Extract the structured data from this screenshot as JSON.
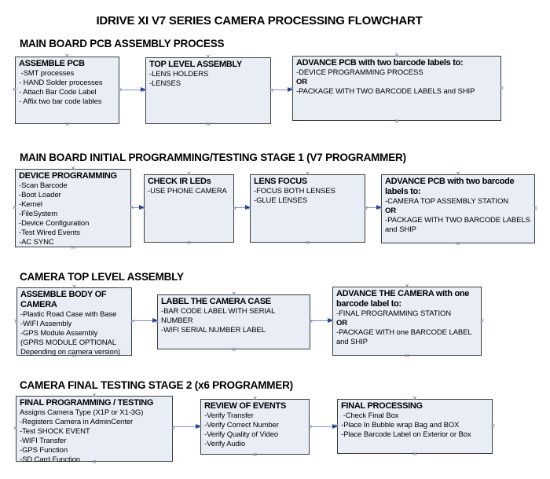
{
  "title": "IDRIVE XI V7 SERIES CAMERA PROCESSING FLOWCHART",
  "colors": {
    "box_fill": "#e9edf6",
    "box_border": "#3d3d3d",
    "arrow_line": "#7b8fc7",
    "arrow_head": "#24439b",
    "connection_point": "#8e96ad"
  },
  "sections": [
    {
      "heading": "MAIN BOARD PCB ASSEMBLY PROCESS",
      "boxes": [
        {
          "title": "ASSEMBLE PCB",
          "lines": [
            " -SMT processes",
            "- HAND Solder processes",
            "- Attach Bar Code Label",
            "- Affix two bar code lables"
          ]
        },
        {
          "title": "TOP LEVEL ASSEMBLY",
          "lines": [
            "-LENS HOLDERS",
            "-LENSES"
          ]
        },
        {
          "title": "ADVANCE PCB with two barcode labels to:",
          "lines": [
            "-DEVICE PROGRAMMING PROCESS",
            "OR",
            "-PACKAGE WITH TWO BARCODE LABELS and SHIP"
          ]
        }
      ]
    },
    {
      "heading": "MAIN BOARD INITIAL PROGRAMMING/TESTING STAGE 1 (V7 PROGRAMMER)",
      "boxes": [
        {
          "title": "DEVICE PROGRAMMING",
          "lines": [
            "-Scan Barcode",
            "-Boot Loader",
            "-Kernel",
            "-FileSystem",
            "-Device Configuration",
            "-Test Wired Events",
            "-AC SYNC"
          ]
        },
        {
          "title": "CHECK IR LEDs",
          "lines": [
            "-USE PHONE CAMERA"
          ]
        },
        {
          "title": "LENS FOCUS",
          "lines": [
            "-FOCUS BOTH LENSES",
            "-GLUE LENSES"
          ]
        },
        {
          "title": "ADVANCE PCB with two barcode labels to:",
          "lines": [
            "-CAMERA TOP ASSEMBLY STATION",
            "OR",
            "-PACKAGE WITH TWO BARCODE LABELS and SHIP"
          ]
        }
      ]
    },
    {
      "heading": "CAMERA TOP LEVEL ASSEMBLY",
      "boxes": [
        {
          "title": "ASSEMBLE BODY OF CAMERA",
          "lines": [
            "-Plastic Road Case with Base",
            "-WIFI Assembly",
            "-GPS Module Assembly",
            "(GPRS MODULE OPTIONAL Depending on camera version)"
          ]
        },
        {
          "title": "LABEL THE CAMERA CASE",
          "lines": [
            "-BAR CODE LABEL WITH SERIAL NUMBER",
            "-WIFI SERIAL NUMBER LABEL"
          ]
        },
        {
          "title": "ADVANCE THE CAMERA with one barcode label to:",
          "lines": [
            "-FINAL PROGRAMMING STATION",
            "OR",
            "-PACKAGE WITH one BARCODE LABEL and SHIP"
          ]
        }
      ]
    },
    {
      "heading": "CAMERA FINAL TESTING STAGE 2 (x6 PROGRAMMER)",
      "boxes": [
        {
          "title": "FINAL PROGRAMMING / TESTING",
          "lines": [
            "Assigns Camera Type (X1P or X1-3G)",
            "-Registers Camera in AdminCenter",
            "-Test SHOCK EVENT",
            "-WIFI Transfer",
            "-GPS Function",
            "-SD Card Function"
          ]
        },
        {
          "title": "REVIEW OF EVENTS",
          "lines": [
            "-Verify Transfer",
            "-Verify Correct Number",
            "-Verify Quality of Video",
            "-Verify Audio"
          ]
        },
        {
          "title": "FINAL PROCESSING",
          "lines": [
            " -Check Final Box",
            "-Place In Bubble wrap Bag and BOX",
            "-Place Barcode Label on Exterior or Box"
          ]
        }
      ]
    }
  ]
}
